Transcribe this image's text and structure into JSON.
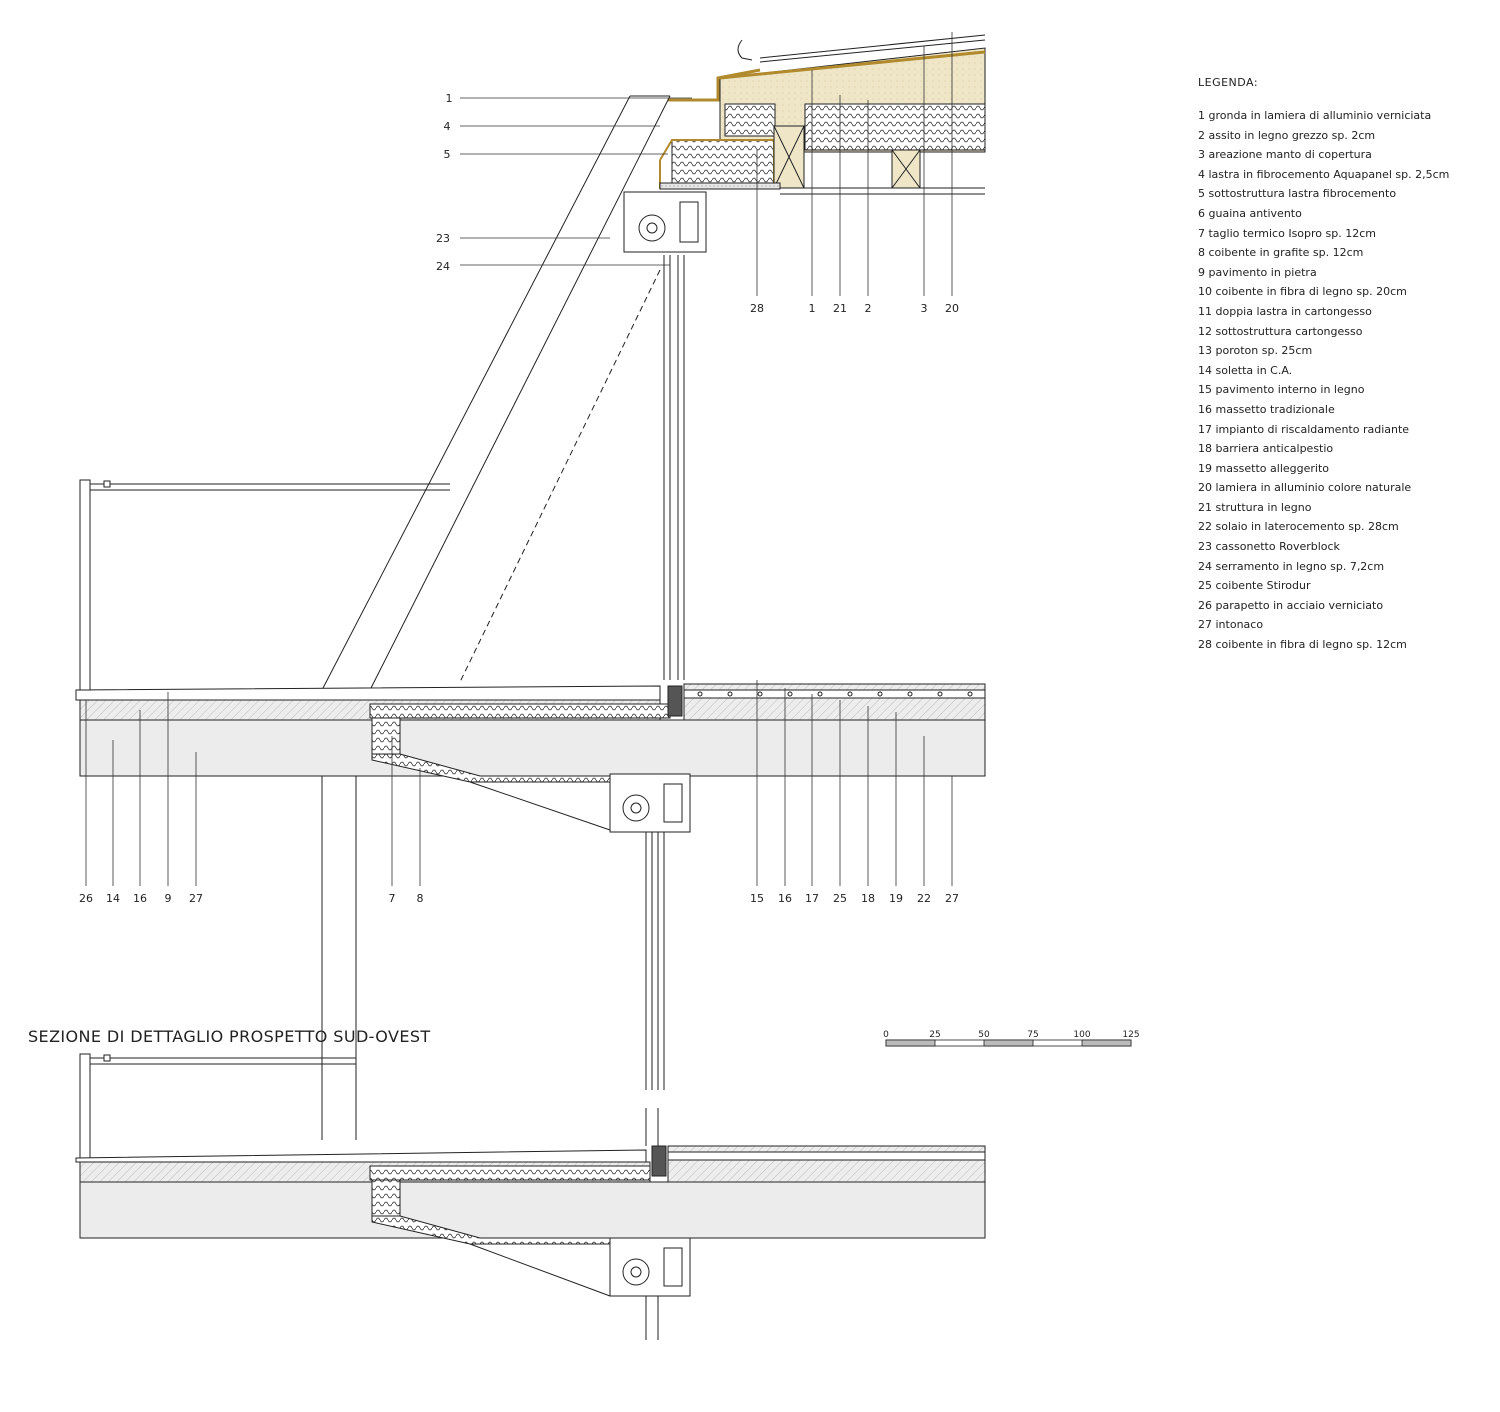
{
  "title": "SEZIONE DI DETTAGLIO PROSPETTO SUD-OVEST",
  "legend": {
    "heading": "LEGENDA:",
    "items": [
      "1 gronda in lamiera di alluminio verniciata",
      "2 assito in legno grezzo sp. 2cm",
      "3 areazione manto di copertura",
      "4 lastra in fibrocemento Aquapanel sp. 2,5cm",
      "5 sottostruttura lastra fibrocemento",
      "6 guaina antivento",
      "7 taglio termico Isopro sp. 12cm",
      "8 coibente in grafite sp. 12cm",
      "9 pavimento in pietra",
      "10 coibente in fibra di legno sp. 20cm",
      "11 doppia lastra in cartongesso",
      "12 sottostruttura cartongesso",
      "13 poroton sp. 25cm",
      "14 soletta in C.A.",
      "15 pavimento interno in legno",
      "16 massetto tradizionale",
      "17 impianto di riscaldamento radiante",
      "18 barriera anticalpestio",
      "19 massetto alleggerito",
      "20 lamiera in alluminio colore naturale",
      "21 struttura in legno",
      "22 solaio in laterocemento sp. 28cm",
      "23 cassonetto Roverblock",
      "24 serramento in legno sp. 7,2cm",
      "25 coibente Stirodur",
      "26 parapetto in acciaio verniciato",
      "27 intonaco",
      "28 coibente in fibra di legno sp. 12cm"
    ]
  },
  "callouts": {
    "roof_left": [
      "1",
      "4",
      "5",
      "23",
      "24"
    ],
    "roof_bottom": [
      "28",
      "1",
      "21",
      "2",
      "3",
      "20"
    ],
    "slab_left": [
      "26",
      "14",
      "16",
      "9",
      "27"
    ],
    "slab_mid": [
      "7",
      "8"
    ],
    "slab_right": [
      "15",
      "16",
      "17",
      "25",
      "18",
      "19",
      "22",
      "27"
    ]
  },
  "scale_bar": {
    "ticks": [
      "0",
      "25",
      "50",
      "75",
      "100",
      "125"
    ]
  },
  "colors": {
    "line": "#222222",
    "insulation": "#f2ecd6",
    "roof_accent": "#b08a2c",
    "concrete": "#e9e9e9"
  }
}
